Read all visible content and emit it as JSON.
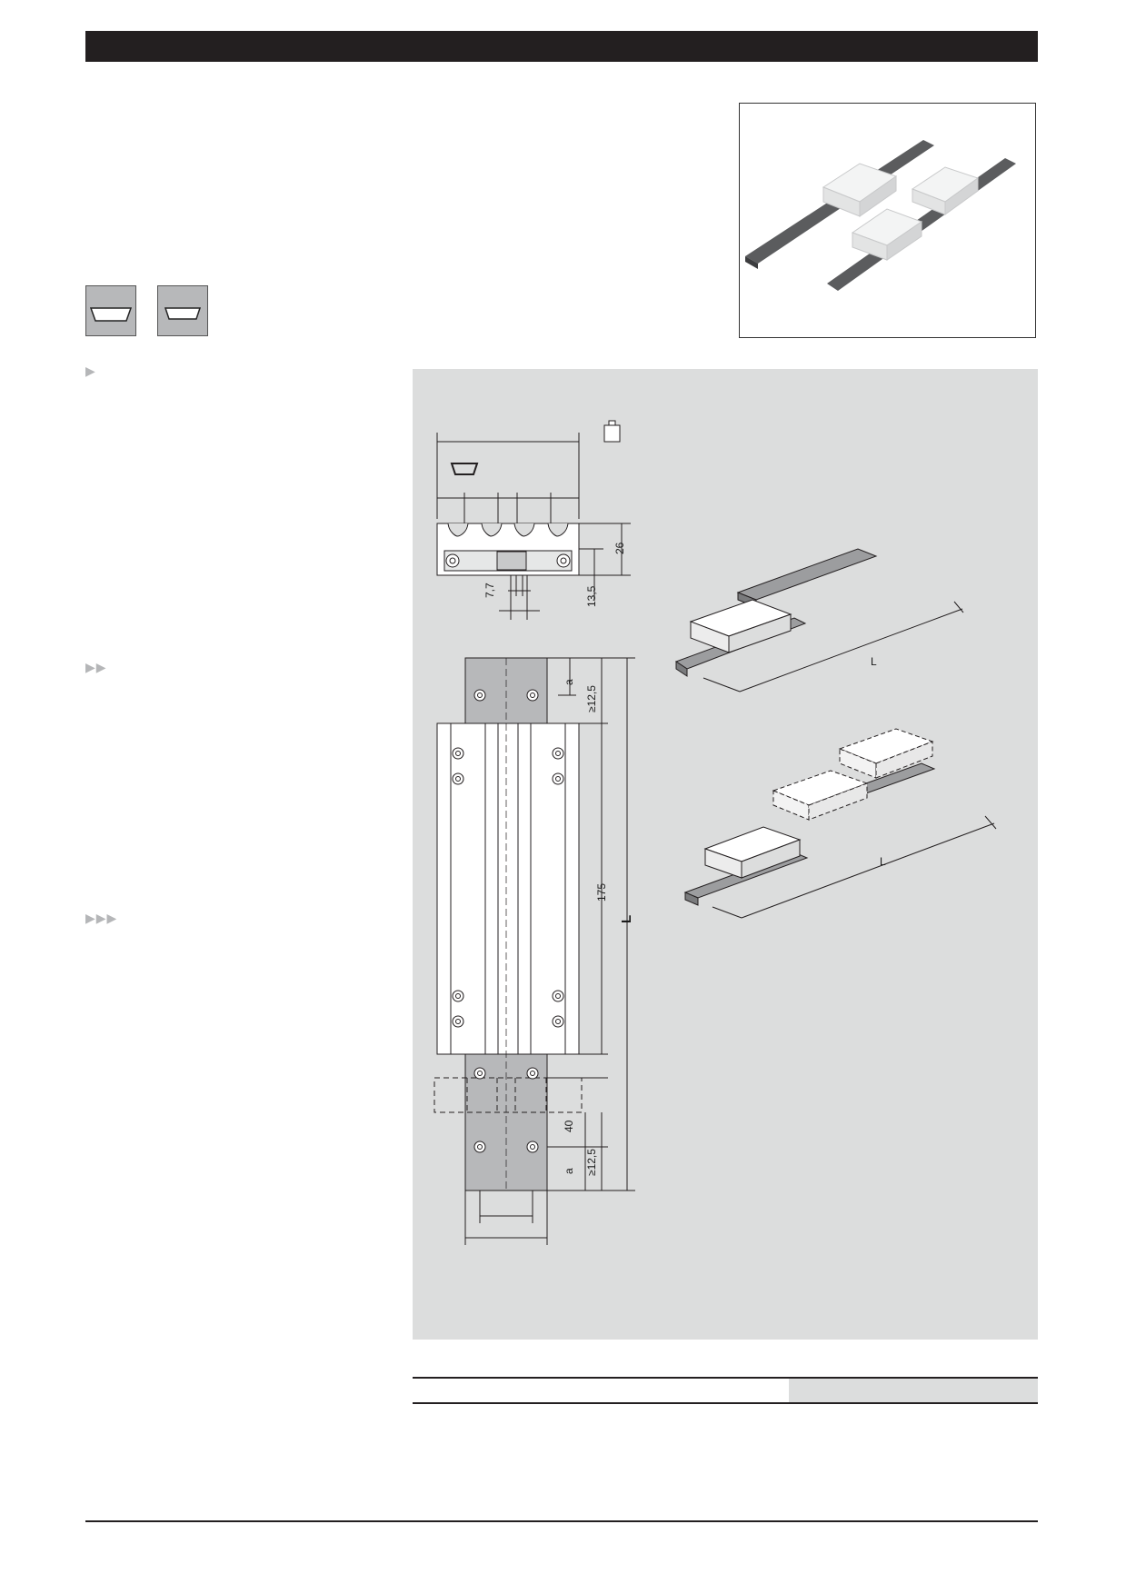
{
  "header": {
    "bar_color": "#231f20"
  },
  "icons": {
    "profile_left": "rail-profile-icon",
    "profile_right": "rail-profile-icon",
    "weight": "weight-icon"
  },
  "bullets": {
    "level1": "▶",
    "level2": "▶▶",
    "level3": "▶▶▶"
  },
  "drawing": {
    "dim_height_total": "26",
    "dim_height_rail": "13,5",
    "dim_offset": "7,7",
    "dim_length_block": "175",
    "dim_length_total": "L",
    "dim_a_top": "a",
    "dim_min_top": "≥12,5",
    "dim_spacing": "40",
    "dim_a_bottom": "a",
    "dim_min_bottom": "≥12,5",
    "iso_label_single": "L",
    "iso_label_multi": "L"
  },
  "colors": {
    "panel": "#dcdddd",
    "rail": "#b7b8ba",
    "dark": "#231f20"
  }
}
